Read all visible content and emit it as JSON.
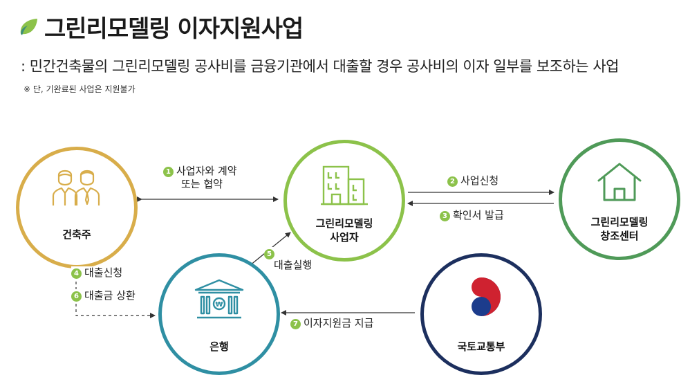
{
  "header": {
    "title": "그린리모델링 이자지원사업",
    "subtitle": ": 민간건축물의 그린리모델링 공사비를 금융기관에서 대출할 경우 공사비의 이자 일부를 보조하는 사업",
    "note": "※ 단, 기완료된 사업은 지원불가"
  },
  "nodes": {
    "owner": {
      "label": "건축주",
      "color": "#d8ad4a"
    },
    "contractor": {
      "line1": "그린리모델링",
      "line2": "사업자",
      "color": "#8cc24a"
    },
    "center": {
      "line1": "그린리모델링",
      "line2": "창조센터",
      "color": "#4f9a58"
    },
    "bank": {
      "label": "은행",
      "color": "#2f8fa3"
    },
    "ministry": {
      "label": "국토교통부",
      "color": "#1c2f5e"
    }
  },
  "steps": {
    "s1": {
      "num": "1",
      "line1": "사업자와 계약",
      "line2": "또는 협약",
      "color": "#8cc24a"
    },
    "s2": {
      "num": "2",
      "label": "사업신청",
      "color": "#8cc24a"
    },
    "s3": {
      "num": "3",
      "label": "확인서 발급",
      "color": "#8cc24a"
    },
    "s4": {
      "num": "4",
      "label": "대출신청",
      "color": "#8cc24a"
    },
    "s5": {
      "num": "5",
      "label": "대출실행",
      "color": "#8cc24a"
    },
    "s6": {
      "num": "6",
      "label": "대출금 상환",
      "color": "#8cc24a"
    },
    "s7": {
      "num": "7",
      "label": "이자지원금 지급",
      "color": "#8cc24a"
    }
  }
}
